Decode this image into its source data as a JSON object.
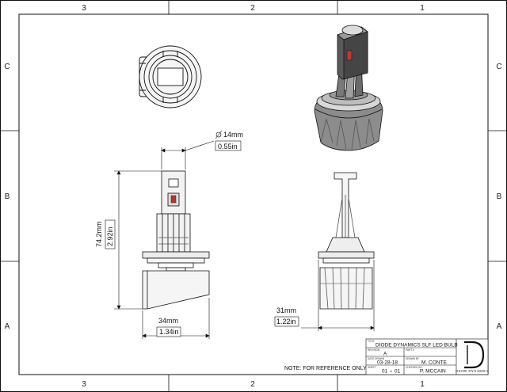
{
  "zones": {
    "columns": [
      "3",
      "2",
      "1"
    ],
    "rows": [
      "C",
      "B",
      "A"
    ]
  },
  "dimensions": {
    "diameter": {
      "metric": "14mm",
      "imperial": "0.55in"
    },
    "height": {
      "metric": "74.2mm",
      "imperial": "2.92in"
    },
    "base_width": {
      "metric": "34mm",
      "imperial": "1.34in"
    },
    "side_width": {
      "metric": "31mm",
      "imperial": "1.22in"
    }
  },
  "note": "NOTE: FOR REFERENCE ONLY",
  "title_block": {
    "title": "DIODE DYNAMICS SLF LED BULB",
    "revision": "A",
    "date": "03-28-18",
    "drawn_by": "M. CONTE",
    "sheet": "01",
    "sheet_of": "of",
    "sheet_total": "01",
    "checked_by": "P. MCCAIN",
    "labels": {
      "title": "TITLE",
      "revision": "REVISION",
      "part": "PART #",
      "date": "DATE DRAWN",
      "drawn_by": "DRAWN BY",
      "sheet": "SHEET",
      "checked_by": "CHECKED BY"
    },
    "company": "DIODE DYNAMICS",
    "logo_letter": "D"
  },
  "colors": {
    "line": "#111111",
    "body_fill": "#e8e8e8",
    "shade": "#6e6e6e",
    "dark": "#3a3a3a"
  }
}
